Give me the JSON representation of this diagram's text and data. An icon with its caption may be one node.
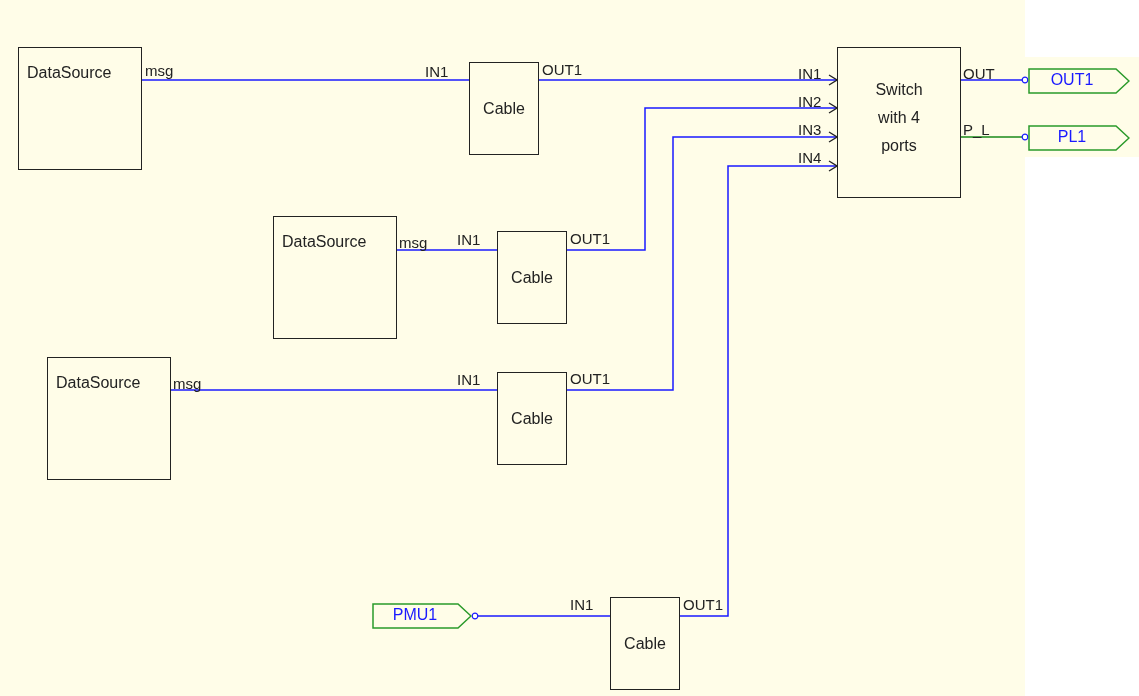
{
  "diagram": {
    "nodes": [
      {
        "text": [
          "DataSource"
        ]
      },
      {
        "text": [
          "Cable"
        ]
      },
      {
        "text": [
          "Switch with 4 ports"
        ]
      },
      {
        "text": [
          "OUT1"
        ]
      },
      {
        "text": [
          "PL1"
        ]
      },
      {
        "text": [
          "DataSource"
        ]
      },
      {
        "text": [
          "Cable"
        ]
      },
      {
        "text": [
          "DataSource"
        ]
      },
      {
        "text": [
          "Cable"
        ]
      },
      {
        "text": [
          "PMU1"
        ]
      },
      {
        "text": [
          "Cable"
        ]
      }
    ],
    "edges": [
      {
        "from": 0,
        "to": 1,
        "arrow": "none"
      },
      {
        "from": 1,
        "to": 2,
        "arrow": "to"
      },
      {
        "from": 5,
        "to": 6,
        "arrow": "none"
      },
      {
        "from": 6,
        "to": 2,
        "arrow": "to"
      },
      {
        "from": 7,
        "to": 8,
        "arrow": "none"
      },
      {
        "from": 8,
        "to": 2,
        "arrow": "to"
      },
      {
        "from": 9,
        "to": 10,
        "arrow": "other"
      },
      {
        "from": 10,
        "to": 2,
        "arrow": "to"
      },
      {
        "from": 2,
        "to": 3,
        "arrow": "other"
      },
      {
        "from": 2,
        "to": 4,
        "arrow": "other",
        "color": "#1a8a1a"
      }
    ],
    "labels": [
      "msg",
      "IN1",
      "OUT1",
      "IN1",
      "OUT",
      "IN2",
      "IN3",
      "P_L",
      "IN4",
      "msg",
      "IN1",
      "OUT1",
      "msg",
      "IN1",
      "OUT1",
      "IN1",
      "OUT1"
    ]
  }
}
